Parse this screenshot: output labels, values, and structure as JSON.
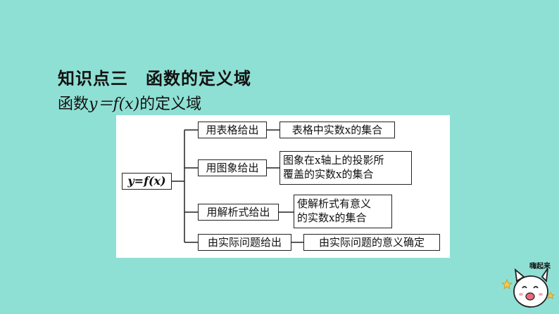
{
  "heading": "知识点三　函数的定义域",
  "subheading": {
    "prefix": "函数",
    "formula": "y＝f(x)",
    "suffix": "的定义域"
  },
  "diagram": {
    "root": "y=f(x)",
    "methods": [
      "用表格给出",
      "用图象给出",
      "用解析式给出",
      "由实际问题给出"
    ],
    "descriptions": [
      [
        "表格中实数x的集合"
      ],
      [
        "图象在x轴上的投影所",
        "覆盖的实数x的集合"
      ],
      [
        "使解析式有意义",
        "的实数x的集合"
      ],
      [
        "由实际问题的意义确定"
      ]
    ]
  },
  "mascot": {
    "label": "嗨起来",
    "icon": "cartoon-cat-mascot"
  },
  "colors": {
    "background": "#8fe0d4",
    "panel": "#ffffff",
    "line": "#222222"
  }
}
